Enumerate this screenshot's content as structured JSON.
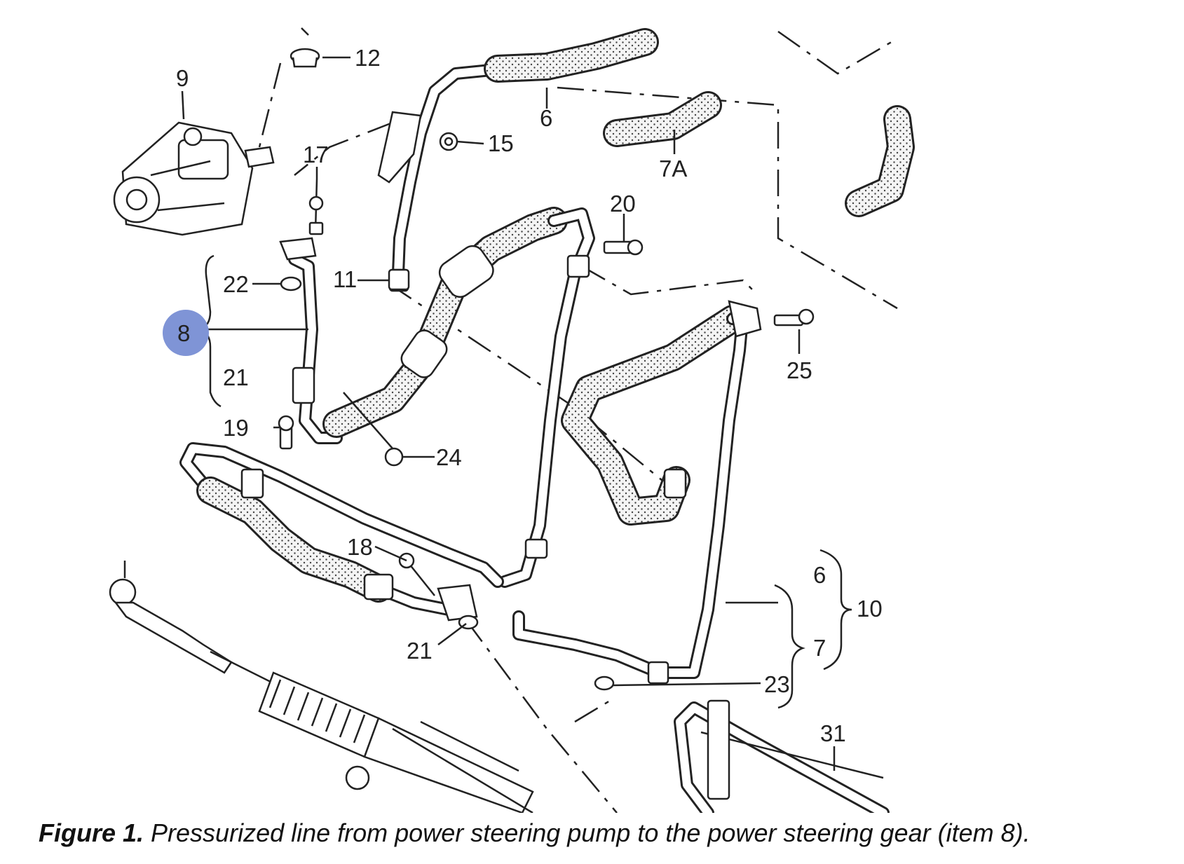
{
  "caption": {
    "prefix": "Figure 1.",
    "text": " Pressurized line from power steering pump to the power steering gear (item 8)."
  },
  "highlight_color": "#7f94d6",
  "labels": {
    "l12": "12",
    "l9": "9",
    "l17": "17",
    "l15": "15",
    "l6a": "6",
    "l7A": "7A",
    "l20": "20",
    "l11": "11",
    "l22": "22",
    "l8": "8",
    "l21a": "21",
    "l25": "25",
    "l19": "19",
    "l24": "24",
    "l18": "18",
    "l21b": "21",
    "l6b": "6",
    "l10": "10",
    "l7": "7",
    "l23": "23",
    "l31": "31"
  }
}
